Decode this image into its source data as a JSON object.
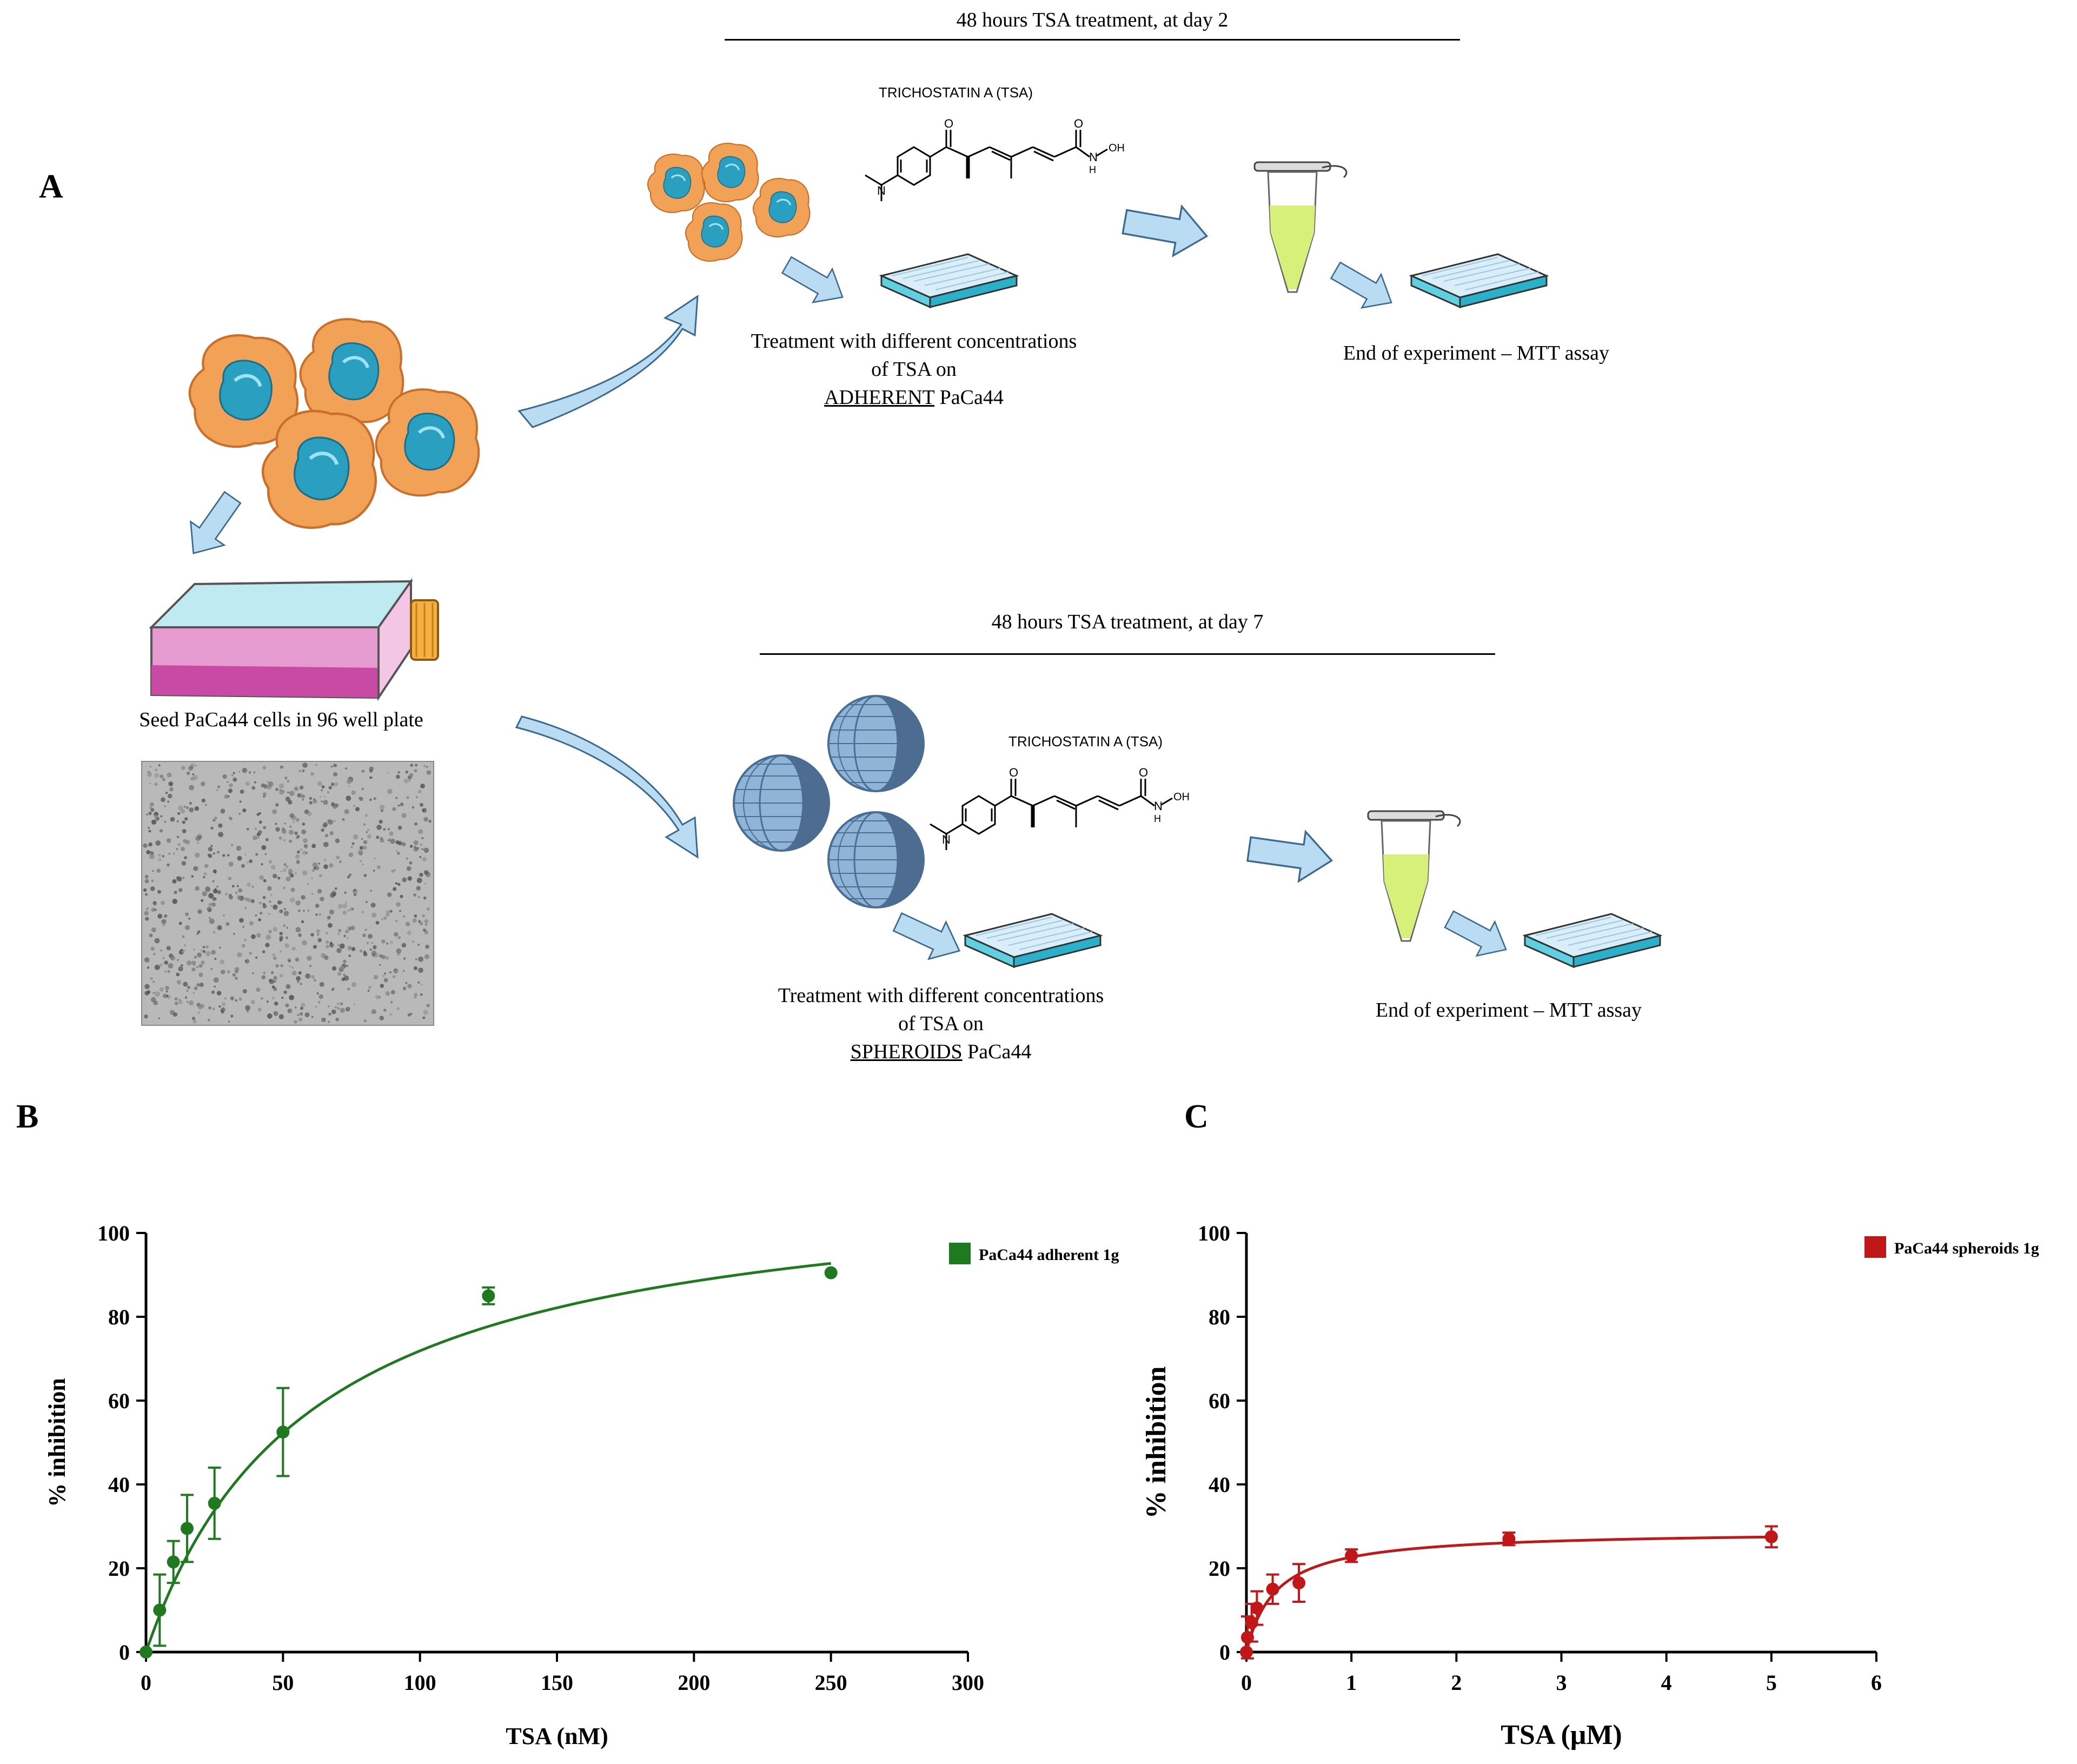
{
  "panelA": {
    "letter": "A",
    "top_header": "48 hours TSA treatment, at day 2",
    "bottom_header": "48 hours TSA treatment, at day 7",
    "compound_label_top": "TRICHOSTATIN A (TSA)",
    "compound_label_bottom": "TRICHOSTATIN A (TSA)",
    "seed_caption": "Seed PaCa44 cells in 96 well plate",
    "adherent_caption": {
      "line1": "Treatment with different concentrations",
      "line2": "of TSA on",
      "emph": "ADHERENT",
      "suffix": " PaCa44"
    },
    "spheroid_caption": {
      "line1": "Treatment with different concentrations",
      "line2": "of TSA on",
      "emph": "SPHEROIDS",
      "suffix": " PaCa44"
    },
    "end_caption_top": "End of experiment – MTT assay",
    "end_caption_bottom": "End of experiment – MTT assay",
    "chem_atoms": {
      "n": "N",
      "o": "O",
      "nh": "N",
      "h": "H",
      "oh": "OH"
    }
  },
  "colors": {
    "cell_orange": "#f2a257",
    "nucleus_blue": "#2a9fc0",
    "arrow_blue": "#b9dcf3",
    "flask_pink": "#c94aa4",
    "plate_cyan": "#5ed0e0",
    "tube_green": "#d6f07a",
    "spheroid_blue": "#8fb4d6",
    "series_green": "#1f7a1f",
    "series_red": "#c01818"
  },
  "panelB": {
    "letter": "B",
    "chart_data": {
      "type": "scatter",
      "xlabel": "TSA (nM)",
      "ylabel": "% inhibition",
      "xlim": [
        0,
        300
      ],
      "ylim": [
        0,
        100
      ],
      "xticks": [
        0,
        50,
        100,
        150,
        200,
        250,
        300
      ],
      "yticks": [
        0,
        20,
        40,
        60,
        80,
        100
      ],
      "legend": "top-right",
      "series": [
        {
          "name": "PaCa44 adherent 1g",
          "color": "#1f7a1f",
          "x": [
            0,
            5,
            10,
            15,
            25,
            50,
            125,
            250
          ],
          "y": [
            0,
            10,
            21.5,
            29.5,
            35.5,
            52.5,
            85,
            90.5
          ],
          "err": [
            0,
            8.5,
            5,
            8,
            8.5,
            10.5,
            2,
            0
          ],
          "fit": {
            "model": "hyperbolic",
            "ymax": 115,
            "k": 60,
            "x_end": 250
          }
        }
      ]
    }
  },
  "panelC": {
    "letter": "C",
    "chart_data": {
      "type": "scatter",
      "xlabel": "TSA (μM)",
      "ylabel": "% inhibition",
      "xlim": [
        0,
        6
      ],
      "ylim": [
        0,
        100
      ],
      "xticks": [
        0,
        1,
        2,
        3,
        4,
        5,
        6
      ],
      "yticks": [
        0,
        20,
        40,
        60,
        80,
        100
      ],
      "legend": "top-right",
      "series": [
        {
          "name": "PaCa44 spheroids 1g",
          "color": "#c01818",
          "x": [
            0,
            0.01,
            0.05,
            0.1,
            0.25,
            0.5,
            1,
            2.5,
            5
          ],
          "y": [
            0,
            3.5,
            7,
            10.5,
            15,
            16.5,
            23,
            27,
            27.5
          ],
          "err": [
            0,
            5,
            4.5,
            4,
            3.5,
            4.5,
            1.5,
            1.5,
            2.5
          ],
          "fit": {
            "model": "hyperbolic",
            "ymax": 29,
            "k": 0.28,
            "x_end": 5
          }
        }
      ]
    }
  }
}
